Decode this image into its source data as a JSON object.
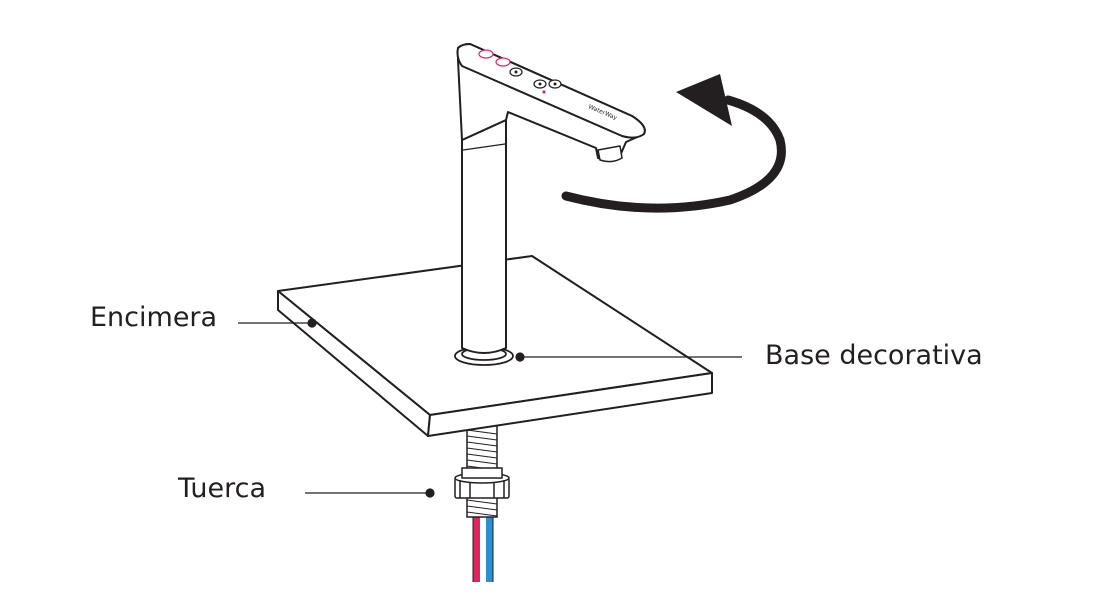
{
  "labels": {
    "encimera": "Encimera",
    "base_decorativa": "Base decorativa",
    "tuerca": "Tuerca"
  },
  "tap_brand_mark": "WaterWay",
  "colors": {
    "line": "#231f20",
    "button_accent": "#e0245e",
    "hot_pipe": "#e0245e",
    "cold_pipe": "#2a8fd4",
    "background": "#ffffff"
  },
  "icons": [
    "rotate-arrow-icon",
    "button-icon"
  ]
}
